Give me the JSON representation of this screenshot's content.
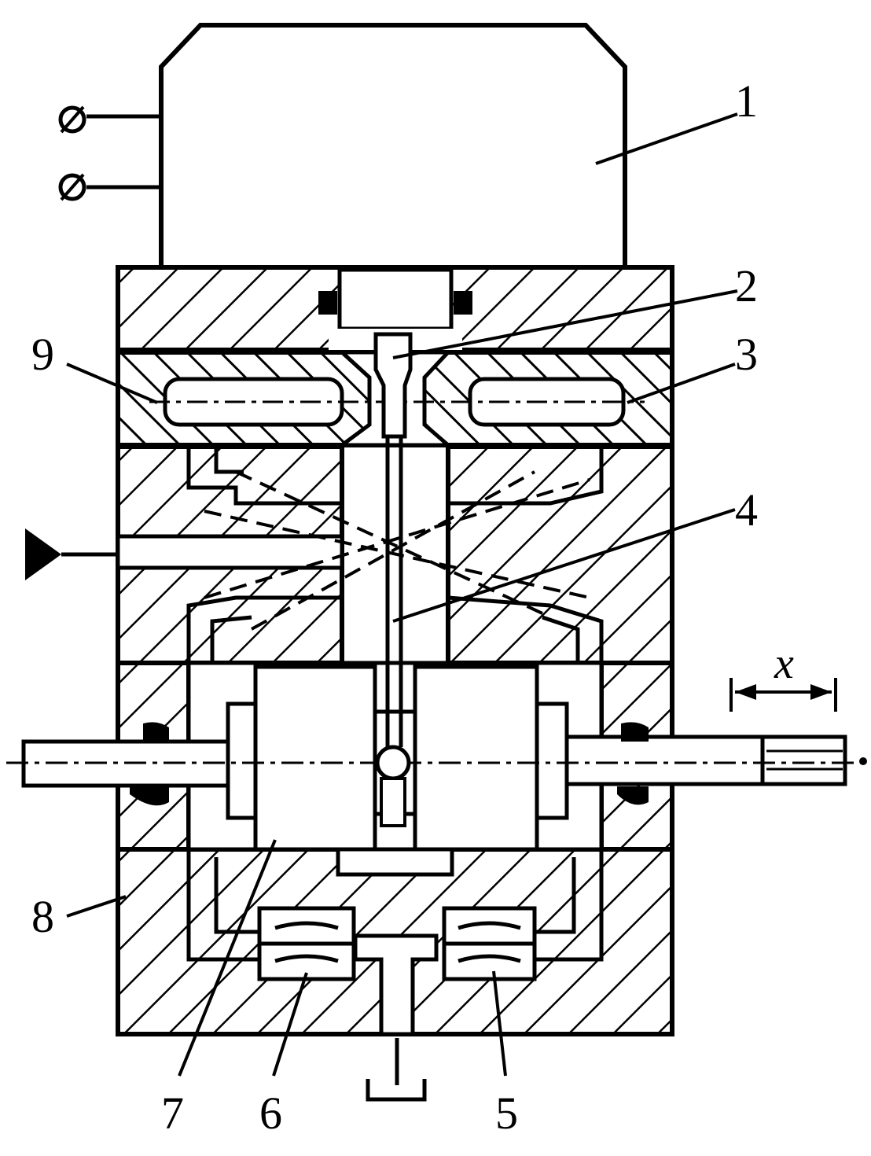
{
  "diagram": {
    "labels": {
      "l1": "1",
      "l2": "2",
      "l3": "3",
      "l4": "4",
      "l5": "5",
      "l6": "6",
      "l7": "7",
      "l8": "8",
      "l9": "9",
      "displacement": "x"
    },
    "colors": {
      "ink": "#000000",
      "paper": "#ffffff"
    }
  }
}
